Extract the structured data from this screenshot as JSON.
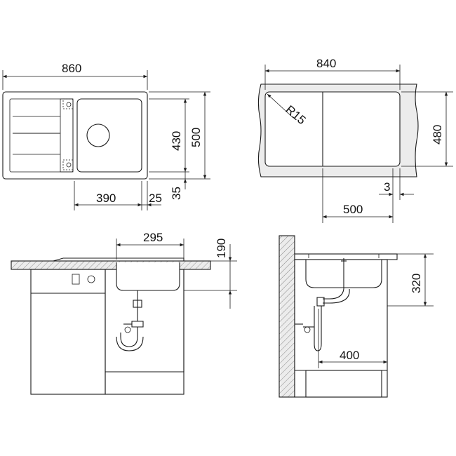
{
  "labels": {
    "top_left_width": "860",
    "top_left_depth": "500",
    "top_left_bowl_depth": "430",
    "top_left_bowl_width": "390",
    "top_left_edge": "25",
    "top_left_front": "35",
    "top_right_width": "840",
    "top_right_depth": "480",
    "top_right_radius": "R15",
    "top_right_cut": "500",
    "top_right_gap": "3",
    "bottom_left_offset": "295",
    "bottom_left_height": "190",
    "bottom_right_height": "320",
    "bottom_right_width": "400"
  }
}
